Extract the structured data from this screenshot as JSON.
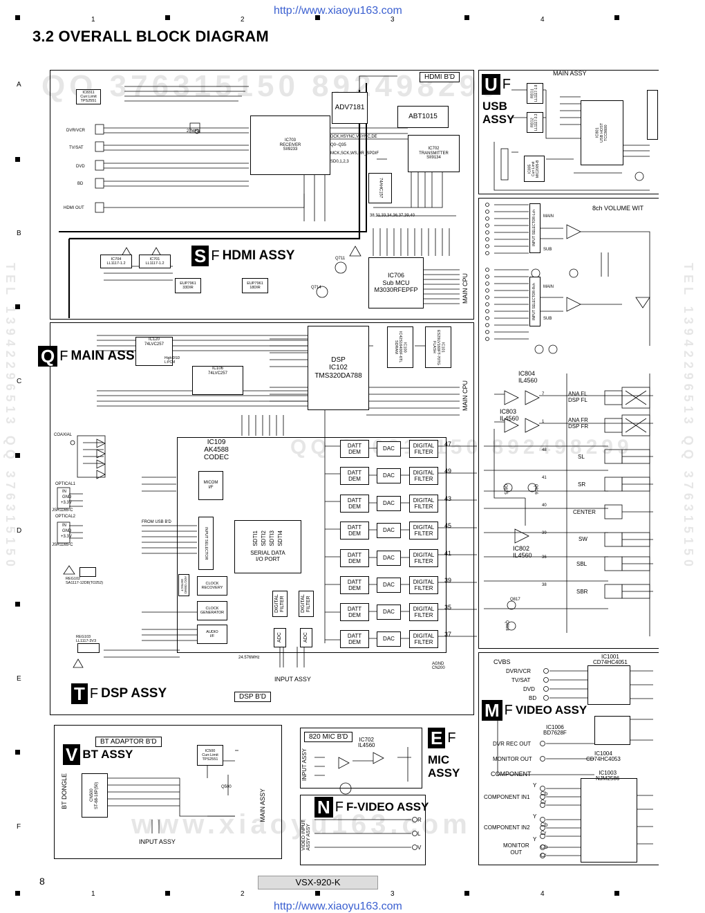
{
  "header": {
    "url": "http://www.xiaoyu163.com",
    "title": "3.2  OVERALL BLOCK DIAGRAM",
    "columns": [
      "1",
      "2",
      "3",
      "4"
    ],
    "rows": [
      "A",
      "B",
      "C",
      "D",
      "E",
      "F"
    ]
  },
  "footer": {
    "page": "8",
    "model": "VSX-920-K",
    "url": "http://www.xiaoyu163.com"
  },
  "watermarks": [
    "QQ 376315150  892498299",
    "TEL 13942296513  QQ 376315150",
    "www.xiaoyu163.com"
  ],
  "hdmi": {
    "board": "HDMI B'D",
    "badge": "S",
    "f": "F",
    "name": "HDMI ASSY",
    "ic8311": "IC8311\nCurr.Limit\nTPS2551",
    "adv": "ADV7181",
    "abt": "ABT1015",
    "ic703": "IC703\nRECEIVER\nSII9233",
    "ic702": "IC702\nTRANSMITTER\nSII9134",
    "hc157": "74AHC157",
    "ic706": "IC706\nSub MCU\nM3030RFEPFP",
    "inputs": [
      "DVR/VCR",
      "TV/SAT",
      "DVD",
      "BD",
      "HDMI OUT"
    ],
    "ic704": "IC704\nLL1117-1.2",
    "ic701": "IC701\nLL1117-1.2",
    "eup1": "EUP7961\n33DIR",
    "eup2": "EUP7961\n18DIR",
    "q711": "Q711",
    "q714": "Q714",
    "xtal": "27MHz",
    "mcpu": "MAIN CPU",
    "sig1": "DCK,HSYNC,VSYNC,DE",
    "sig2": "Q0~Q35",
    "sig3": "MCK,SCK,WS,HR_SPDIF",
    "sig4": "SD0,1,2,3",
    "pins": "38,31,33,34,36,37,39,40"
  },
  "dsp": {
    "board": "DSP B'D",
    "badge": "T",
    "f": "F",
    "name": "DSP ASSY",
    "dsp_chip": "DSP\nIC102\nTMS320DA788",
    "ic100": "IC100\nIC42S16400F-6TL\nSDRAM",
    "ic101": "IC101\nES29LV160FT-70TG\nFLASH",
    "ic109": "IC109\nAK4588\nCODEC",
    "ic120": "IC120\n74LVC257",
    "ic106": "IC106\n74LVC257",
    "serial": "SERIAL DATA\nI/O PORT",
    "sdti": [
      "SDTI1",
      "SDTI2",
      "SDTI3",
      "SDTI4"
    ],
    "mic_if": "MICOM\nI/F",
    "input_sel": "INPUT SELECTOR",
    "adc_det": "ADC/ DEMO DETECT",
    "clock_rec": "CLOCK\nRECOVERY",
    "clock_gen": "CLOCK\nGENERATOR",
    "audio_if": "AUDIO\nI/F",
    "dig_filter": "DIGITAL\nFILTER",
    "adc": "ADC",
    "datt": "DATT\nDEM",
    "dac": "DAC",
    "dac_pins": [
      "47",
      "49",
      "43",
      "45",
      "41",
      "39",
      "35",
      "37"
    ],
    "coaxial": "COAXIAL",
    "optical1": "OPTICAL1",
    "optical2": "OPTICAL2",
    "jsr": "JSR1165-C",
    "opt_pins": [
      "IN",
      "GND",
      "+3.3V"
    ],
    "reg102": "REG102\nSA1117-12D8(TO252)",
    "reg103": "REG103\nLL1117-3V3",
    "xtal": "24.576MHz",
    "from_usb": "FROM USB B'D",
    "input_assy": "INPUT ASSY",
    "agnd": "AGND\nCN200",
    "main_cpu": "MAIN CPU",
    "high_dsd": "High:DSD\nL:PCM"
  },
  "main": {
    "badge": "Q",
    "f": "F",
    "name": "MAIN ASSY"
  },
  "usb": {
    "badge": "U",
    "f": "F",
    "name": "USB\nASSY",
    "main_assy": "MAIN ASSY",
    "ic801": "IC801\nUSB HOST\nTCC8600",
    "reg1": "REG1\nLL1117-1.8",
    "reg2": "REG2\nLL1117-3.3",
    "ic805": "IC805\nCurr.Limit\nMIC2005-B"
  },
  "volume": {
    "title": "8ch VOLUME WIT",
    "sel_l": "INPUT SELECTOR-Lch",
    "sel_r": "INPUT SELECTOR-Rch",
    "main": "MAIN",
    "sub": "SUB",
    "ic804": "IC804\nIL4560",
    "ic803": "IC803\nIL4560",
    "ic802": "IC802\nIL4560",
    "q815": "Q815",
    "q816": "Q816",
    "q817": "Q817",
    "q818": "Q818",
    "channels": [
      "ANA FL\nDSP FL",
      "ANA FR\nDSP FR",
      "SL",
      "SR",
      "CENTER",
      "SW",
      "SBL",
      "SBR"
    ],
    "ch_pins": [
      "7",
      "1",
      "48",
      "41",
      "40",
      "39",
      "36",
      "38"
    ]
  },
  "video": {
    "badge": "M",
    "f": "F",
    "name": "VIDEO ASSY",
    "cvbs": "CVBS",
    "inputs": [
      "DVR/VCR",
      "TV/SAT",
      "DVD",
      "BD"
    ],
    "ic1001": "IC1001\nCD74HC4051",
    "ic1006": "IC1006\nBD7628F",
    "ic1004": "IC1004\nCD74HC4053",
    "ic1003": "IC1003\nNJM2586",
    "dvr_rec": "DVR REC OUT",
    "monitor": "MONITOR OUT",
    "component": "COMPONENT",
    "comp_in1": "COMPONENT IN1",
    "comp_in2": "COMPONENT IN2",
    "mon_out": "MONITOR\nOUT",
    "ycbcr": [
      "Y",
      "Cb",
      "Cr"
    ]
  },
  "bt": {
    "board": "BT ADAPTOR B'D",
    "badge": "V",
    "name": "BT ASSY",
    "dongle": "BT DONGLE",
    "cn500": "CN500\nST-68-18P(50)",
    "ic500": "IC500\nCurr.Limit\nTPS2551",
    "q500": "Q500",
    "main_assy": "MAIN ASSY",
    "input_assy": "INPUT ASSY"
  },
  "mic": {
    "board": "820 MIC B'D",
    "badge": "E",
    "f": "F",
    "name": "MIC\nASSY",
    "ic702": "IC702\nIL4560",
    "input_assy": "INPUT ASSY"
  },
  "fvideo": {
    "badge": "N",
    "f": "F",
    "name": "F-VIDEO ASSY",
    "side": "VIDEO INPUT\nASSY ASSY",
    "jacks": [
      "R",
      "L",
      "V"
    ]
  }
}
